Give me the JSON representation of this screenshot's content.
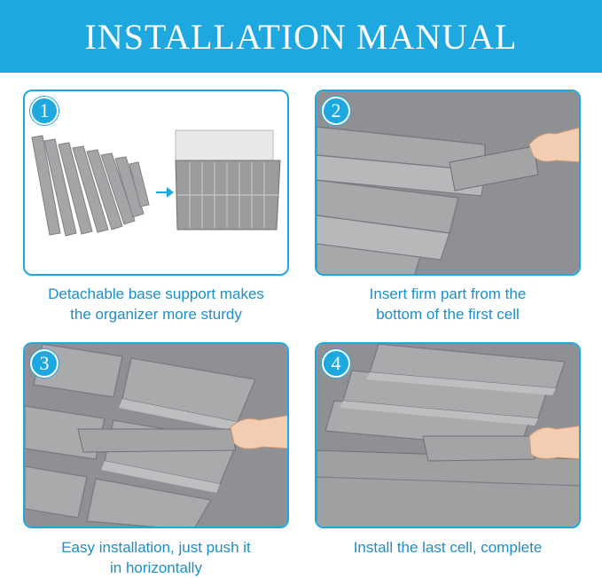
{
  "header": {
    "title": "INSTALLATION MANUAL"
  },
  "steps": [
    {
      "number": "1",
      "caption_line1": "Detachable base support makes",
      "caption_line2": "the organizer more sturdy"
    },
    {
      "number": "2",
      "caption_line1": "Insert firm part from the",
      "caption_line2": "bottom of the first cell"
    },
    {
      "number": "3",
      "caption_line1": "Easy installation, just push it",
      "caption_line2": "in horizontally"
    },
    {
      "number": "4",
      "caption_line1": "Install the last cell, complete",
      "caption_line2": ""
    }
  ],
  "colors": {
    "accent": "#1da8e0",
    "caption": "#1c8fc6",
    "fabric": "#9a9b9d",
    "fabric_dark": "#7f8083"
  },
  "icons": [
    "arrow-right-icon",
    "hand-icon"
  ]
}
